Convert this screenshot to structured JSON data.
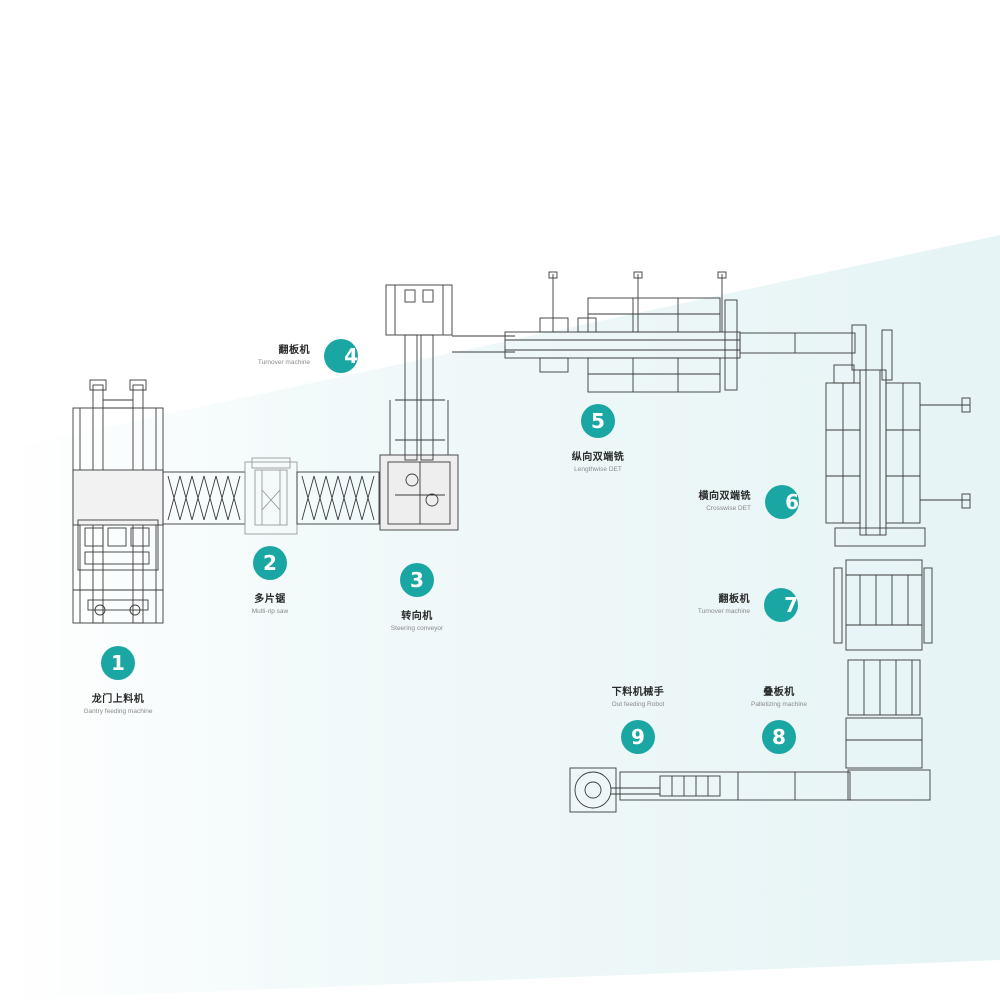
{
  "colors": {
    "accent": "#1aa7a4",
    "line": "#3a3a3a",
    "background_tint": "#e6f4f5"
  },
  "stations": [
    {
      "number": "1",
      "name_zh": "龙门上料机",
      "name_en": "Gantry feeding machine"
    },
    {
      "number": "2",
      "name_zh": "多片锯",
      "name_en": "Multi-rip saw"
    },
    {
      "number": "3",
      "name_zh": "转向机",
      "name_en": "Steering conveyor"
    },
    {
      "number": "4",
      "name_zh": "翻板机",
      "name_en": "Turnover machine"
    },
    {
      "number": "5",
      "name_zh": "纵向双端铣",
      "name_en": "Lengthwise DET"
    },
    {
      "number": "6",
      "name_zh": "横向双端铣",
      "name_en": "Crosswise DET"
    },
    {
      "number": "7",
      "name_zh": "翻板机",
      "name_en": "Turnover machine"
    },
    {
      "number": "8",
      "name_zh": "叠板机",
      "name_en": "Palletizing machine"
    },
    {
      "number": "9",
      "name_zh": "下料机械手",
      "name_en": "Out feeding Robot"
    }
  ]
}
